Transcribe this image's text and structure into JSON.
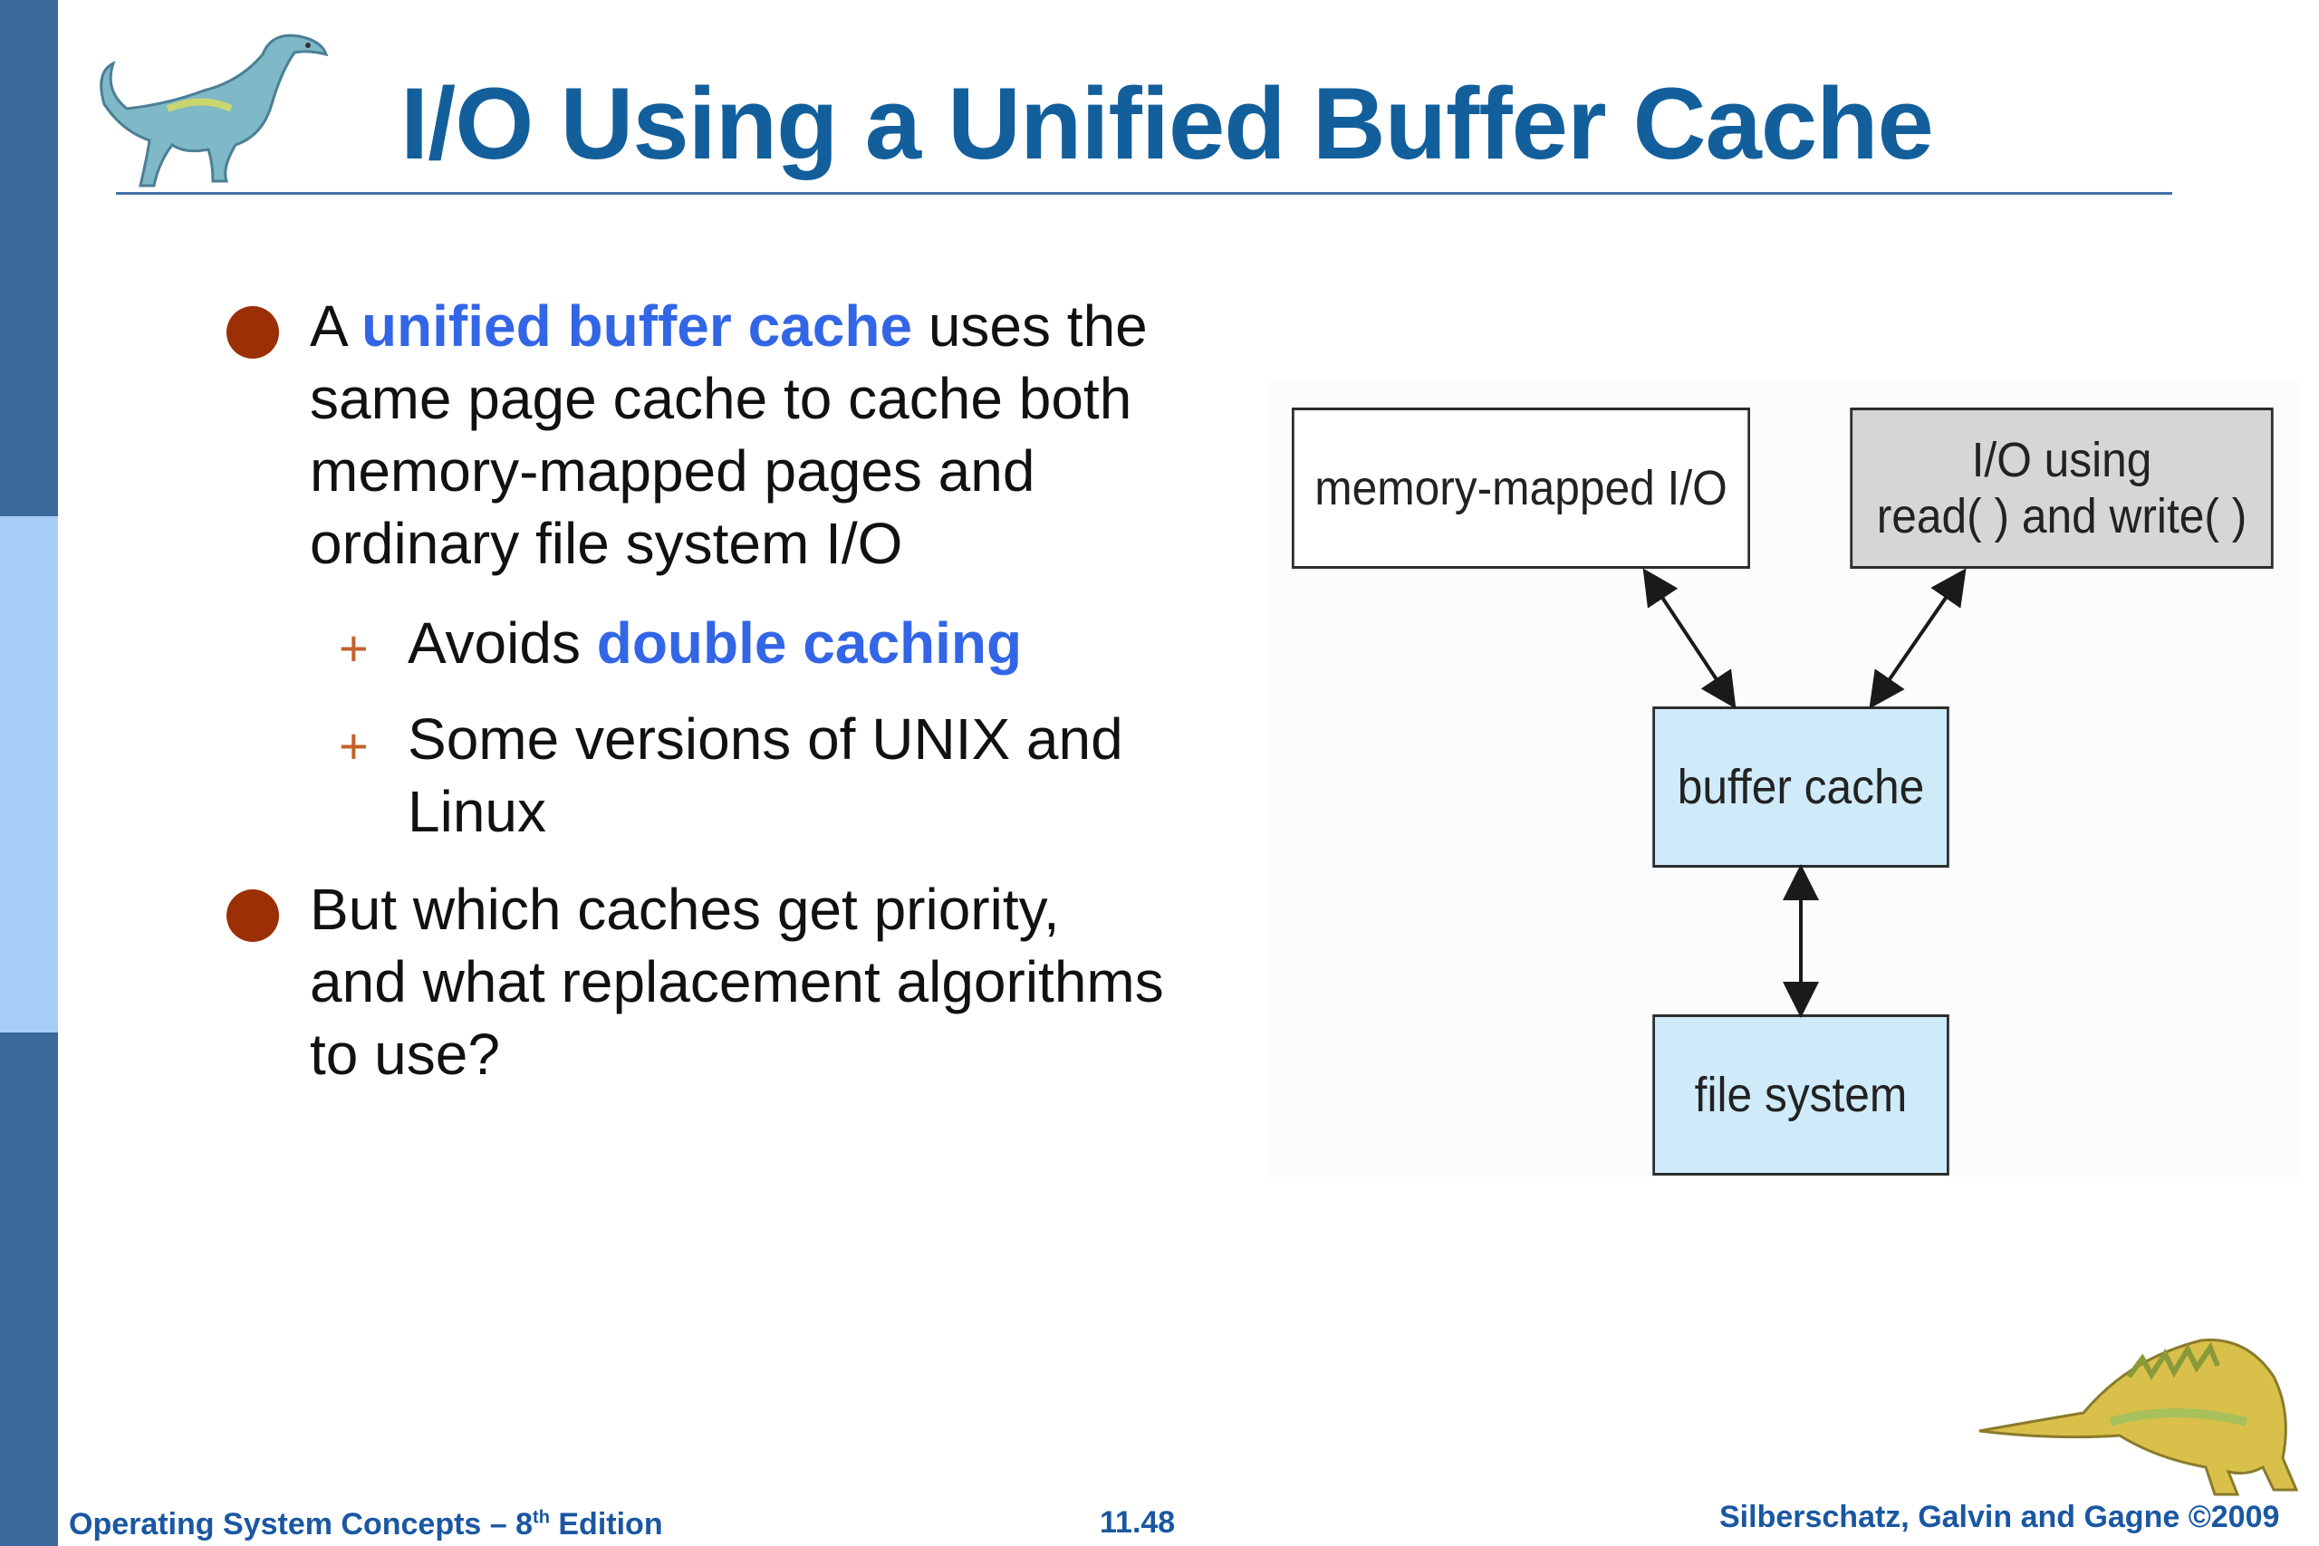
{
  "slide": {
    "title": "I/O Using a Unified Buffer Cache",
    "bullets": [
      {
        "pre": "A ",
        "highlight": "unified buffer cache",
        "line1_rest": " uses the",
        "line2": "same page cache to cache both",
        "line3": "memory-mapped pages and",
        "line4": "ordinary file system I/O"
      },
      {
        "line1": "But which caches get priority,",
        "line2": "and what replacement algorithms",
        "line3": "to use?"
      }
    ],
    "subbullets": [
      {
        "pre": "Avoids ",
        "highlight": "double caching"
      },
      {
        "line1": "Some versions of UNIX and",
        "line2": "Linux"
      }
    ],
    "sub_marker": "+"
  },
  "diagram": {
    "boxes": {
      "memory_mapped": "memory-mapped I/O",
      "io_read_write": "I/O using\nread( ) and write( )",
      "buffer_cache": "buffer cache",
      "file_system": "file system"
    }
  },
  "footer": {
    "left_main": "Operating System Concepts  – 8",
    "left_sup": "th",
    "left_tail": " Edition",
    "page": "11.48",
    "right": "Silberschatz, Galvin and Gagne ©2009"
  },
  "colors": {
    "title": "#135f9c",
    "highlight": "#3366e6",
    "bullet": "#9b2f05",
    "sidebar_dark": "#3a6a9b",
    "sidebar_light": "#a6cef7",
    "box_blue": "#cfeaf8",
    "box_gray": "#d6d6d8"
  }
}
